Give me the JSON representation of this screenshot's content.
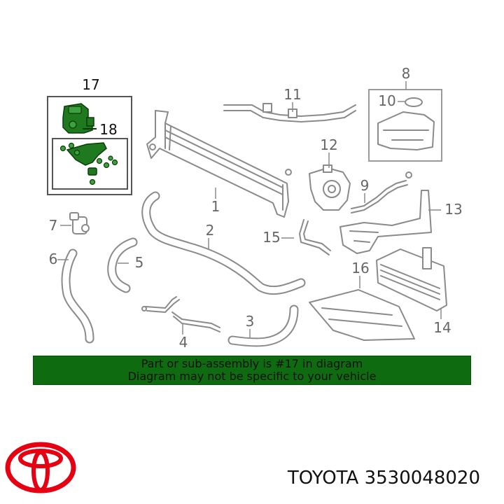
{
  "callouts": {
    "c1": "1",
    "c2": "2",
    "c3": "3",
    "c4": "4",
    "c5": "5",
    "c6": "6",
    "c7": "7",
    "c8": "8",
    "c9": "9",
    "c10": "10",
    "c11": "11",
    "c12": "12",
    "c13": "13",
    "c14": "14",
    "c15": "15",
    "c16": "16",
    "c17": "17",
    "c18": "18"
  },
  "banner": {
    "line1": "Part or sub-assembly is #17 in diagram",
    "line2": "Diagram may not be specific to your vehicle"
  },
  "caption": {
    "text": "TOYOTA 3530048020"
  },
  "brand": {
    "name": "Toyota",
    "logo_color": "#e60012"
  },
  "colors": {
    "highlight": "#1f7a1f",
    "banner": "#0f6b0f",
    "line_art": "#8a8a8a"
  }
}
